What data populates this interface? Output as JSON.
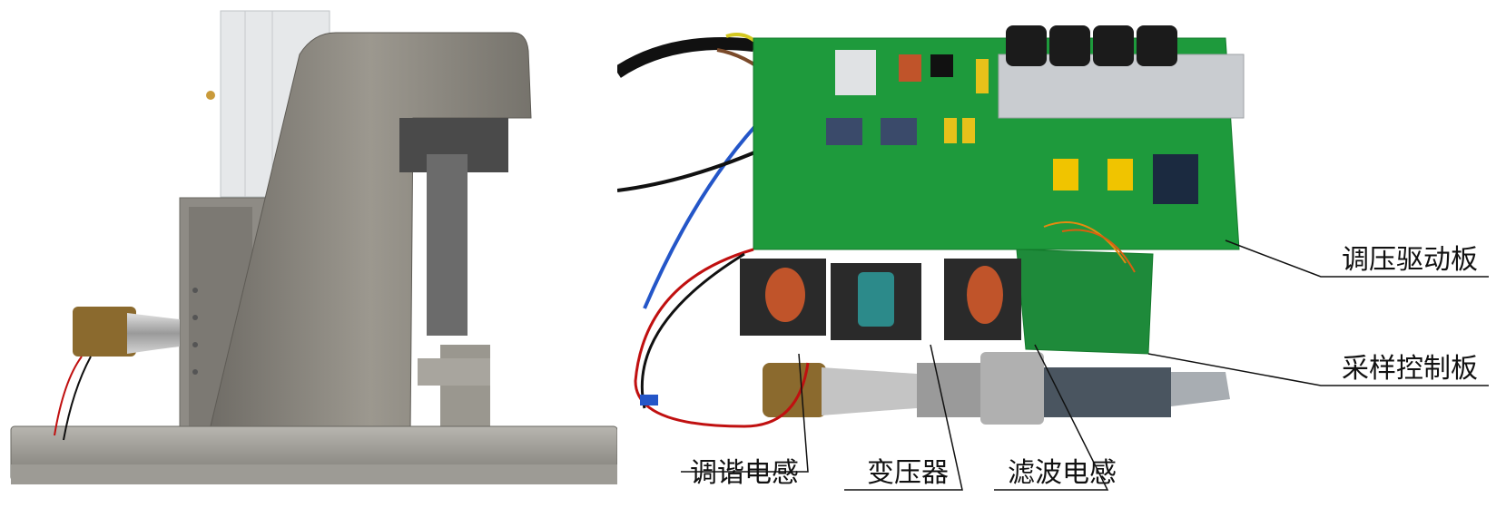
{
  "labels": {
    "driver_board": "调压驱动板",
    "sampling_board": "采样控制板",
    "tuning_inductor": "调谐电感",
    "transformer": "变压器",
    "filter_inductor": "滤波电感"
  },
  "colors": {
    "pcb_green": "#1e9a3c",
    "steel": "#8d8a83",
    "heatsink": "#c9ccd0",
    "capacitor": "#1b1b1b",
    "copper_coil": "#c0542a",
    "ferrite": "#2a2a2a"
  }
}
